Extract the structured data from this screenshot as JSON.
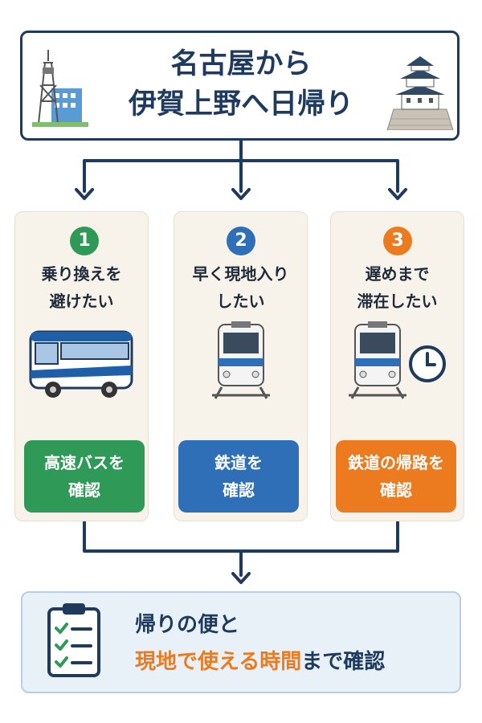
{
  "title": {
    "line1": "名古屋から",
    "line2": "伊賀上野へ日帰り"
  },
  "colors": {
    "navy": "#1f3a5f",
    "green": "#2f9a57",
    "blue": "#2e6fb7",
    "orange": "#ec7a1e",
    "card_bg": "#f8f3ea"
  },
  "options": [
    {
      "number": "1",
      "lead": "乗り換えを\n避けたい",
      "action": "高速バスを\n確認",
      "icon": "bus-icon"
    },
    {
      "number": "2",
      "lead": "早く現地入り\nしたい",
      "action": "鉄道を\n確認",
      "icon": "train-icon"
    },
    {
      "number": "3",
      "lead": "遅めまで\n滞在したい",
      "action": "鉄道の帰路を\n確認",
      "icon": "train-clock-icon"
    }
  ],
  "summary": {
    "line1": "帰りの便と",
    "highlight": "現地で使える時間",
    "suffix": "まで確認"
  }
}
